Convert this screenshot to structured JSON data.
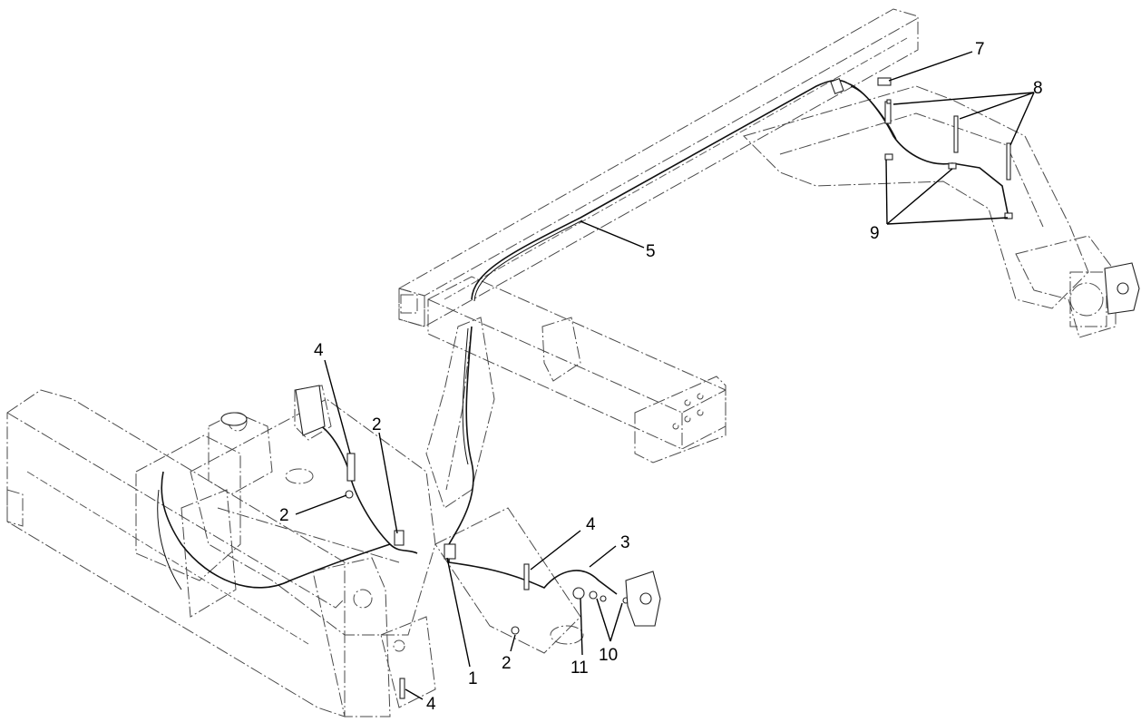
{
  "callouts": [
    {
      "id": "c1",
      "label": "1"
    },
    {
      "id": "c2a",
      "label": "2"
    },
    {
      "id": "c2b",
      "label": "2"
    },
    {
      "id": "c2c",
      "label": "2"
    },
    {
      "id": "c3",
      "label": "3"
    },
    {
      "id": "c4a",
      "label": "4"
    },
    {
      "id": "c4b",
      "label": "4"
    },
    {
      "id": "c4c",
      "label": "4"
    },
    {
      "id": "c5",
      "label": "5"
    },
    {
      "id": "c7",
      "label": "7"
    },
    {
      "id": "c8",
      "label": "8"
    },
    {
      "id": "c9",
      "label": "9"
    },
    {
      "id": "c10",
      "label": "10"
    },
    {
      "id": "c11",
      "label": "11"
    }
  ]
}
